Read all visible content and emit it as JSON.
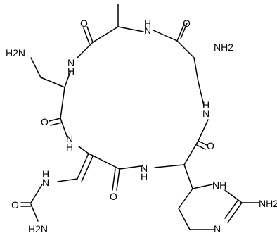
{
  "molecule": {
    "atom_labels": {
      "nh2_top_left": "H2N",
      "nh_alanine": "N",
      "h_alanine": "H",
      "nh2_top_right": "NH2",
      "nh_left_upper": "N",
      "h_left_upper": "H",
      "o_top_left": "O",
      "o_top_right": "O",
      "nh_right_ring": "N",
      "h_right_ring": "H",
      "o_mid_left": "O",
      "nh_left_lower": "N",
      "h_left_lower": "H",
      "o_mid_right": "O",
      "nh_lower_center": "N",
      "h_lower_center": "H",
      "nh_urea": "N",
      "h_urea": "H",
      "o_urea": "O",
      "o_bottom": "O",
      "nh_pyr": "NH",
      "nh2_bottom_right": "NH2",
      "nh2_urea": "H2N",
      "n_pyr": "N"
    }
  }
}
